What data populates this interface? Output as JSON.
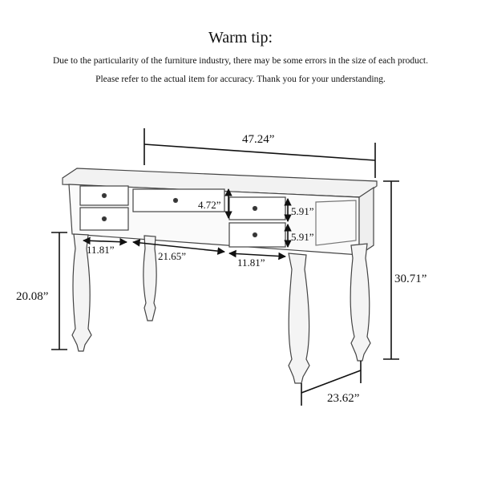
{
  "header": {
    "title": "Warm tip:",
    "line1": "Due to the particularity of the furniture industry, there may be some errors in the size of each product.",
    "line2": "Please refer to the actual item for accuracy. Thank you for your understanding."
  },
  "dimensions": {
    "width": "47.24”",
    "height": "30.71”",
    "depth": "23.62”",
    "knee_height": "20.08”",
    "left_drawer_width": "11.81”",
    "center_drawer_width": "21.65”",
    "right_drawer_width": "11.81”",
    "center_drawer_height": "4.72”",
    "right_top_drawer_height": "5.91”",
    "right_bottom_drawer_height": "5.91”"
  }
}
